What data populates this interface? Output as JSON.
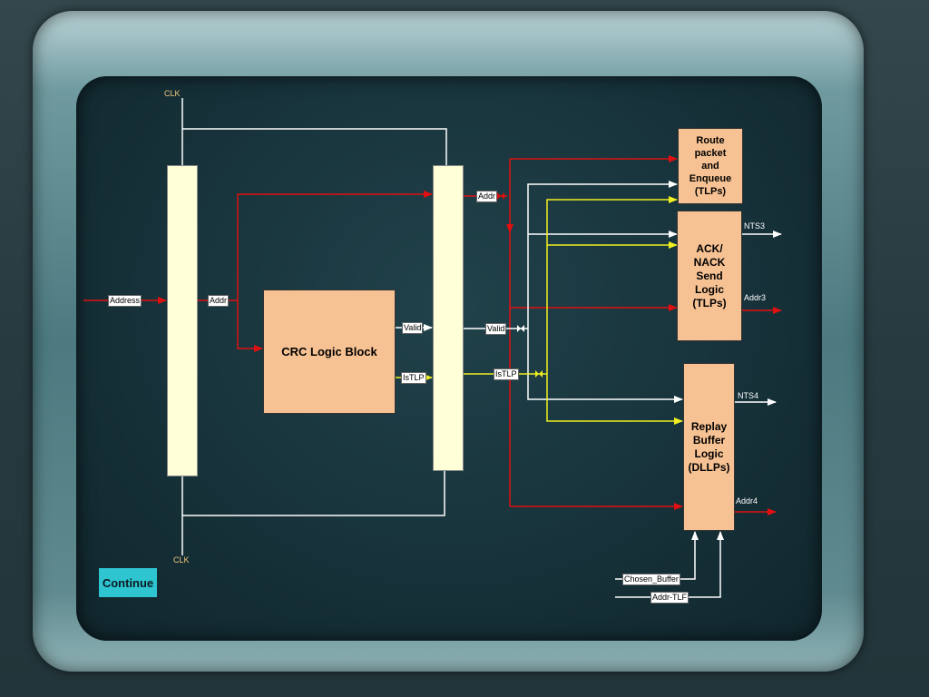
{
  "clock": {
    "top": "CLK",
    "bottom": "CLK"
  },
  "signals": {
    "address": "Address",
    "addr_in": "Addr",
    "addr_out": "Addr",
    "valid_in": "Valid",
    "valid_out": "Valid",
    "istlp_in": "IsTLP",
    "istlp_out": "IsTLP",
    "nts3": "NTS3",
    "addr3": "Addr3",
    "nts4": "NTS4",
    "addr4": "Addr4",
    "chosen_buffer": "Chosen_Buffer",
    "addr_tlf": "Addr-TLF"
  },
  "blocks": {
    "crc": "CRC Logic Block",
    "route": "Route\npacket\nand\nEnqueue\n(TLPs)",
    "ack": "ACK/\nNACK\nSend\nLogic\n(TLPs)",
    "replay": "Replay\nBuffer\nLogic\n(DLLPs)"
  },
  "continue_label": "Continue",
  "colors": {
    "wire_white": "#ffffff",
    "wire_red": "#e01010",
    "wire_yellow": "#f0f020",
    "block_fill": "#f7c293",
    "register_fill": "#ffffd8",
    "button": "#2ec5d0"
  }
}
